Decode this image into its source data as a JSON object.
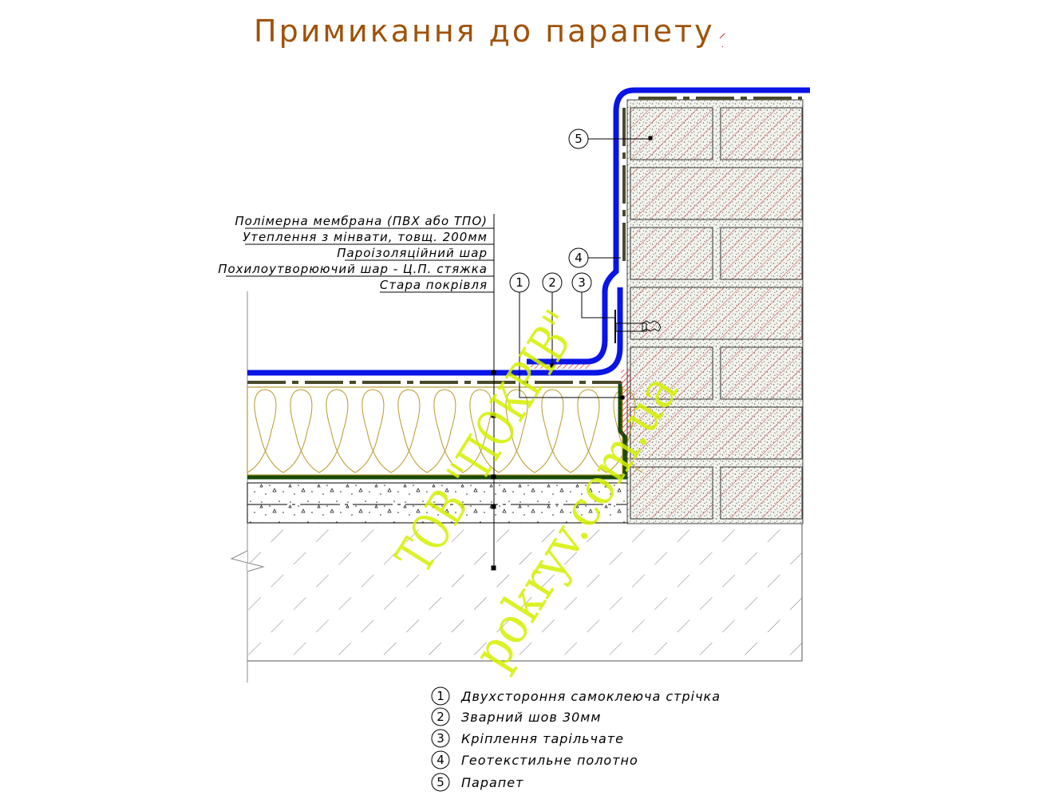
{
  "title": "Примикання до парапету",
  "layer_labels": [
    "Полімерна мембрана (ПВХ або ТПО)",
    "Утеплення з мінвати, товщ. 200мм",
    "Пароізоляційний шар",
    "Похилоутворюючий шар - Ц.П. стяжка",
    "Стара покрівля"
  ],
  "callouts": [
    "1",
    "2",
    "3",
    "4",
    "5"
  ],
  "legend": [
    {
      "num": "1",
      "text": "Двухстороння самоклеюча стрічка"
    },
    {
      "num": "2",
      "text": "Зварний шов 30мм"
    },
    {
      "num": "3",
      "text": "Кріплення тарільчате"
    },
    {
      "num": "4",
      "text": "Геотекстильне полотно"
    },
    {
      "num": "5",
      "text": "Парапет"
    }
  ],
  "watermark": [
    "ТОВ \"ПОКРІВ\"",
    "pokryv.com.ua"
  ],
  "colors": {
    "membrane": "#0a14e6",
    "vapor": "#1a4a0a",
    "title": "#a0520a",
    "brick_hatch": "#d04040",
    "watermark": "#d4f000"
  }
}
